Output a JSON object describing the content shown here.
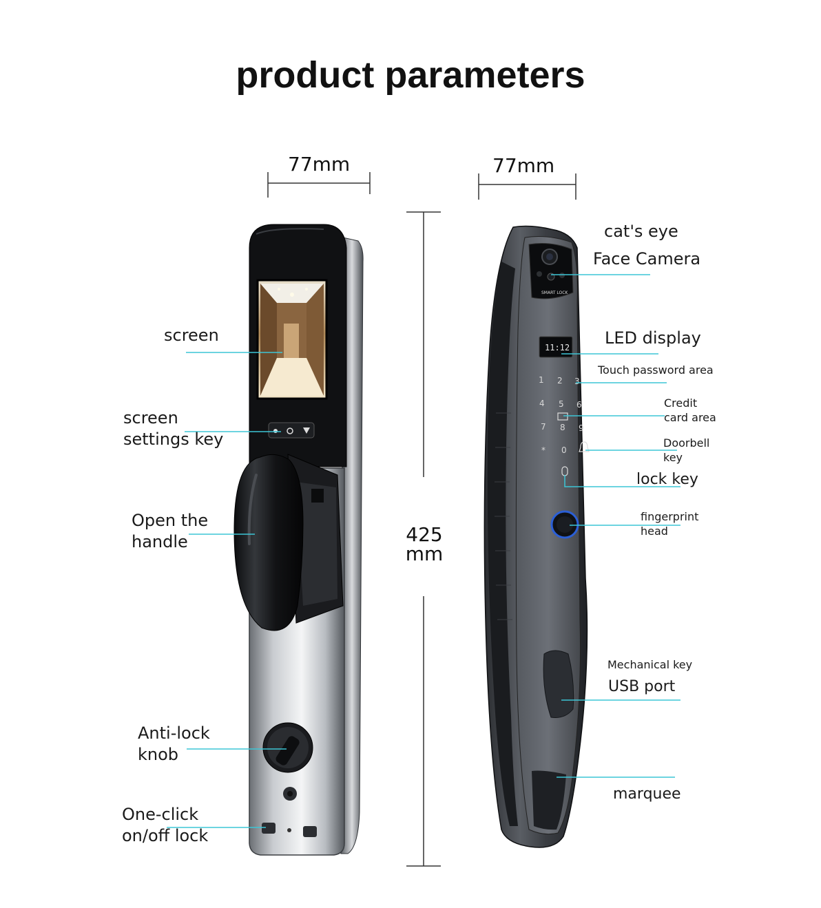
{
  "title": "product parameters",
  "dimensions": {
    "front_width": "77mm",
    "side_width": "77mm",
    "height_value": "425",
    "height_unit": "mm"
  },
  "front_labels": {
    "screen": "screen",
    "settings_line1": "screen",
    "settings_line2": "settings key",
    "handle_line1": "Open the",
    "handle_line2": "handle",
    "knob_line1": "Anti-lock",
    "knob_line2": "knob",
    "oneclick_line1": "One-click",
    "oneclick_line2": "on/off lock"
  },
  "side_labels": {
    "cats_eye": "cat's eye",
    "face_camera": "Face Camera",
    "led_display": "LED display",
    "touch_password": "Touch password area",
    "credit_line1": "Credit",
    "credit_line2": "card area",
    "doorbell_line1": "Doorbell",
    "doorbell_line2": "key",
    "lock_key": "lock key",
    "fingerprint_line1": "fingerprint",
    "fingerprint_line2": "head",
    "mechanical_key": "Mechanical key",
    "usb_port": "USB port",
    "marquee": "marquee"
  },
  "device_text": {
    "led_time": "11:12",
    "brand": "SMART LOCK",
    "keys": [
      "1",
      "2",
      "3",
      "4",
      "5",
      "6",
      "7",
      "8",
      "9",
      "*",
      "0"
    ]
  },
  "colors": {
    "leader_line": "#3cc6d6",
    "body_dark": "#1b1d20",
    "body_steel": "#9ea3a8",
    "panel_gray": "#3a3d42"
  }
}
